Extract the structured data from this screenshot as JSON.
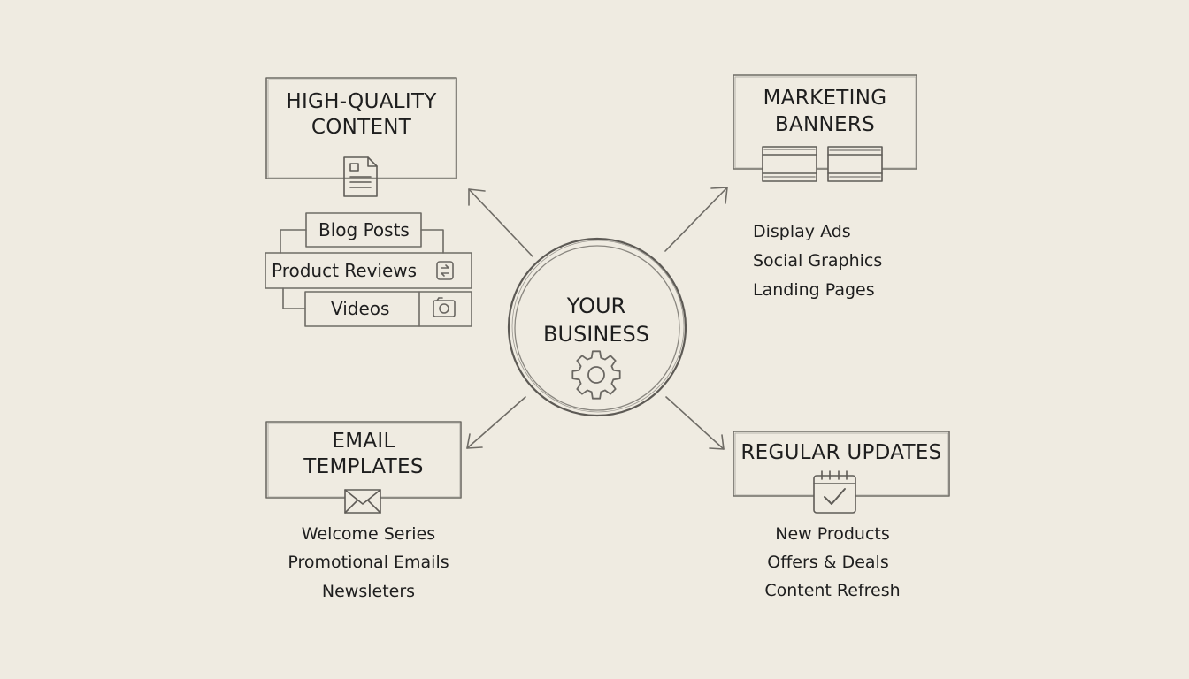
{
  "center": {
    "line1": "YOUR",
    "line2": "BUSINESS",
    "icon": "gear-icon"
  },
  "content": {
    "title_line1": "HIGH-QUALITY",
    "title_line2": "CONTENT",
    "icon": "document-icon",
    "items": [
      "Blog Posts",
      "Product Reviews",
      "Videos"
    ],
    "item_icons": [
      "shuffle-icon",
      "camera-icon"
    ]
  },
  "marketing": {
    "title_line1": "MARKETING",
    "title_line2": "BANNERS",
    "icon": "banner-icon",
    "items": [
      "Display Ads",
      "Social Graphics",
      "Landing Pages"
    ]
  },
  "email": {
    "title_line1": "EMAIL",
    "title_line2": "TEMPLATES",
    "icon": "envelope-icon",
    "items": [
      "Welcome Series",
      "Promotional Emails",
      "Newsleters"
    ]
  },
  "updates": {
    "title": "REGULAR UPDATES",
    "icon": "calendar-check-icon",
    "items": [
      "New Products",
      "Offers & Deals",
      "Content Refresh"
    ]
  }
}
